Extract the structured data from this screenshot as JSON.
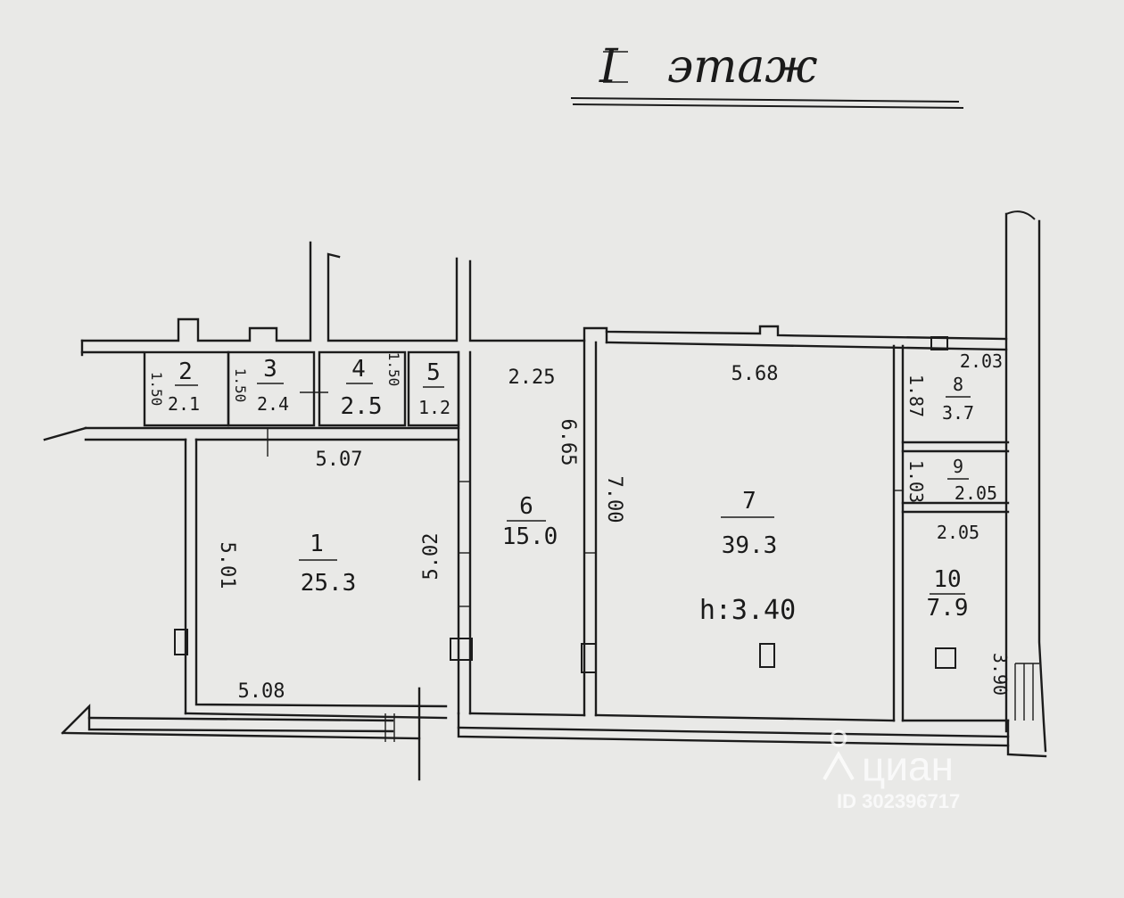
{
  "title": {
    "numeral": "I",
    "word": "этаж"
  },
  "rooms": [
    {
      "id": "1",
      "number": "1",
      "area": "25.3"
    },
    {
      "id": "2",
      "number": "2",
      "area": "2.1"
    },
    {
      "id": "3",
      "number": "3",
      "area": "2.4"
    },
    {
      "id": "4",
      "number": "4",
      "area": "2.5"
    },
    {
      "id": "5",
      "number": "5",
      "area": "1.2"
    },
    {
      "id": "6",
      "number": "6",
      "area": "15.0"
    },
    {
      "id": "7",
      "number": "7",
      "area": "39.3"
    },
    {
      "id": "8",
      "number": "8",
      "area": "3.7"
    },
    {
      "id": "9",
      "number": "9",
      "area": "2.05"
    },
    {
      "id": "10",
      "number": "10",
      "area": "7.9"
    }
  ],
  "dimensions": {
    "d_5_07": "5.07",
    "d_5_08": "5.08",
    "d_5_01": "5.01",
    "d_5_02": "5.02",
    "d_2_25": "2.25",
    "d_6_65": "6.65",
    "d_7_00": "7.00",
    "d_5_68": "5.68",
    "d_2_03": "2.03",
    "d_1_87": "1.87",
    "d_1_03": "1.03",
    "d_2_05": "2.05",
    "d_3_90": "3.90",
    "d_1_50_a": "1.50",
    "d_1_50_b": "1.50",
    "d_1_50_c": "1.50"
  },
  "ceiling_height": "h:3.40",
  "watermark": {
    "brand": "циан",
    "id": "ID 302396717"
  }
}
